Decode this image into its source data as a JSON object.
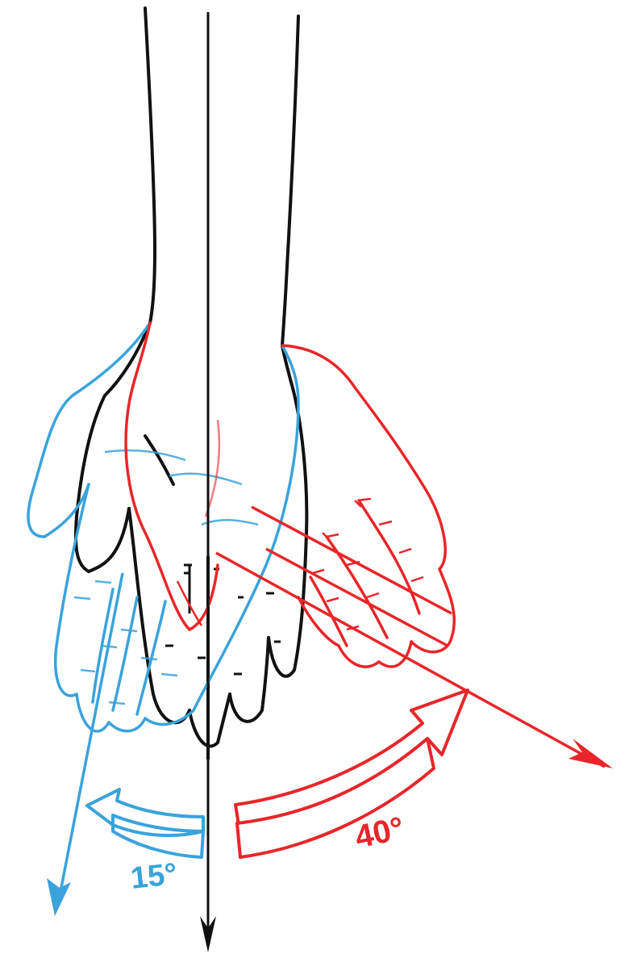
{
  "figure": {
    "labels": {
      "ulnar_deviation": "40°",
      "radial_deviation": "15°"
    },
    "colors": {
      "neutral": "#111111",
      "ulnar": "#e8262a",
      "radial": "#3aa3dc",
      "background": "#ffffff"
    },
    "icons": [
      "forearm-outline",
      "hand-neutral-outline",
      "hand-ulnar-outline",
      "hand-radial-outline",
      "axis-arrow",
      "curved-arrow"
    ]
  }
}
